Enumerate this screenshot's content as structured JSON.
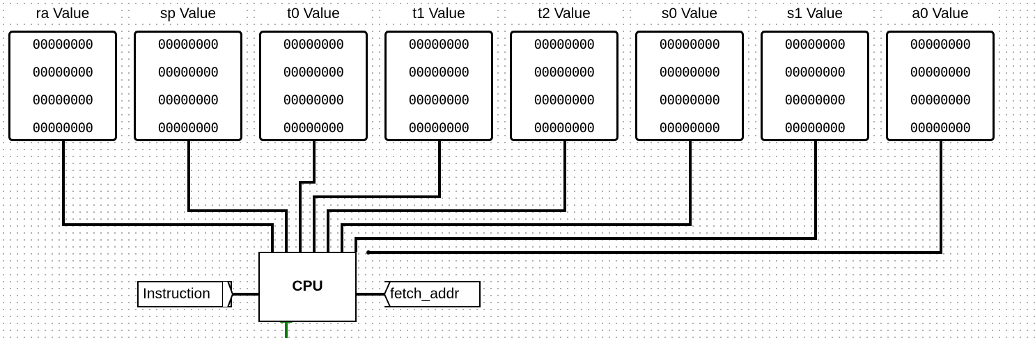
{
  "registers": [
    {
      "label": "ra Value",
      "rows": [
        "00000000",
        "00000000",
        "00000000",
        "00000000"
      ]
    },
    {
      "label": "sp Value",
      "rows": [
        "00000000",
        "00000000",
        "00000000",
        "00000000"
      ]
    },
    {
      "label": "t0 Value",
      "rows": [
        "00000000",
        "00000000",
        "00000000",
        "00000000"
      ]
    },
    {
      "label": "t1 Value",
      "rows": [
        "00000000",
        "00000000",
        "00000000",
        "00000000"
      ]
    },
    {
      "label": "t2 Value",
      "rows": [
        "00000000",
        "00000000",
        "00000000",
        "00000000"
      ]
    },
    {
      "label": "s0 Value",
      "rows": [
        "00000000",
        "00000000",
        "00000000",
        "00000000"
      ]
    },
    {
      "label": "s1 Value",
      "rows": [
        "00000000",
        "00000000",
        "00000000",
        "00000000"
      ]
    },
    {
      "label": "a0 Value",
      "rows": [
        "00000000",
        "00000000",
        "00000000",
        "00000000"
      ]
    }
  ],
  "cpu": {
    "label": "CPU"
  },
  "input_pin": {
    "label": "Instruction"
  },
  "output_pin": {
    "label": "fetch_addr"
  },
  "colors": {
    "wire": "#000000",
    "clock": "#0a7a0a",
    "grid_dot": "#9a9a9a"
  }
}
